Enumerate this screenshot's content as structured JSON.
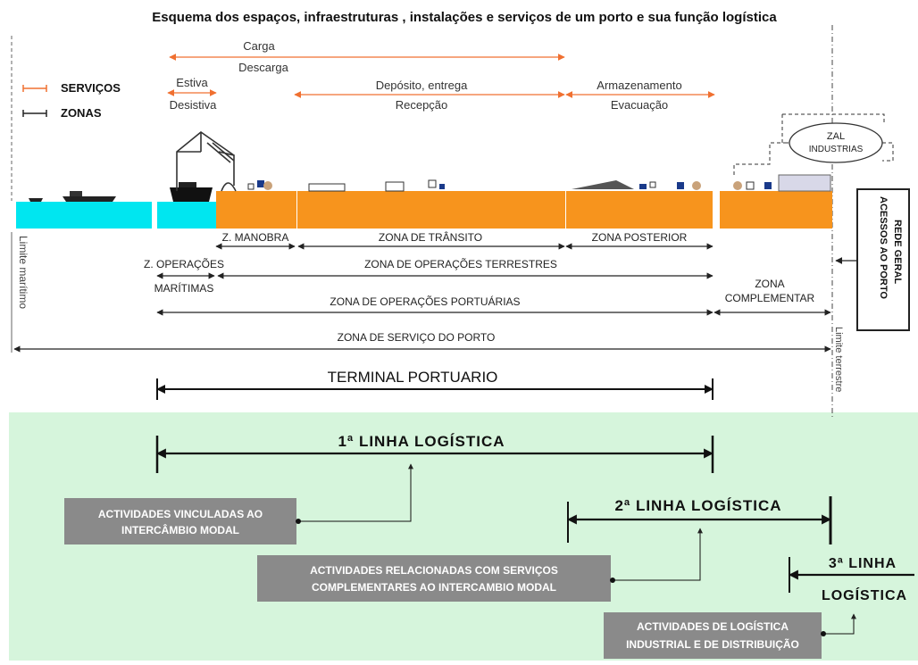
{
  "title": "Esquema dos espaços, infraestruturas , instalações e serviços de um porto e sua função logística",
  "legend": {
    "servicos": "SERVIÇOS",
    "zonas": "ZONAS"
  },
  "services": {
    "carga": "Carga",
    "descarga": "Descarga",
    "estiva": "Estiva",
    "desistiva": "Desistiva",
    "deposito_entrega": "Depósito, entrega",
    "recepcao": "Recepção",
    "armazenamento": "Armazenamento",
    "evacuacao": "Evacuação"
  },
  "zones": {
    "manobra": "Z. MANOBRA",
    "transito": "ZONA DE TRÂNSITO",
    "posterior": "ZONA POSTERIOR",
    "op_maritimas_1": "Z. OPERAÇÕES",
    "op_maritimas_2": "MARÍTIMAS",
    "op_terrestres": "ZONA DE OPERAÇÕES TERRESTRES",
    "op_portuarias": "ZONA DE OPERAÇÕES PORTUÁRIAS",
    "complementar_1": "ZONA",
    "complementar_2": "COMPLEMENTAR",
    "servico_porto": "ZONA DE SERVIÇO DO PORTO",
    "terminal": "TERMINAL PORTUARIO"
  },
  "zal": {
    "line1": "ZAL",
    "line2": "INDUSTRIAS"
  },
  "acessos": {
    "line1": "ACESSOS AO PORTO",
    "line2": "REDE GERAL"
  },
  "limits": {
    "maritimo": "Limite marítimo",
    "terrestre": "Limite terrestre"
  },
  "logistics": {
    "linha1": "1ª LINHA LOGÍSTICA",
    "linha2": "2ª LINHA LOGÍSTICA",
    "linha3_a": "3ª LINHA",
    "linha3_b": "LOGÍSTICA"
  },
  "activities": {
    "a1_line1": "ACTIVIDADES VINCULADAS AO",
    "a1_line2": "INTERCÂMBIO MODAL",
    "a2_line1": "ACTIVIDADES RELACIONADAS COM SERVIÇOS",
    "a2_line2": "COMPLEMENTARES AO INTERCAMBIO MODAL",
    "a3_line1": "ACTIVIDADES DE LOGÍSTICA",
    "a3_line2": "INDUSTRIAL E DE DISTRIBUIÇÃO"
  },
  "colors": {
    "water": "#00e6f0",
    "land": "#f7941d",
    "service_arrow": "#f07030",
    "logistics_bg": "#d6f5dc",
    "activity_box": "#8a8a8a"
  }
}
